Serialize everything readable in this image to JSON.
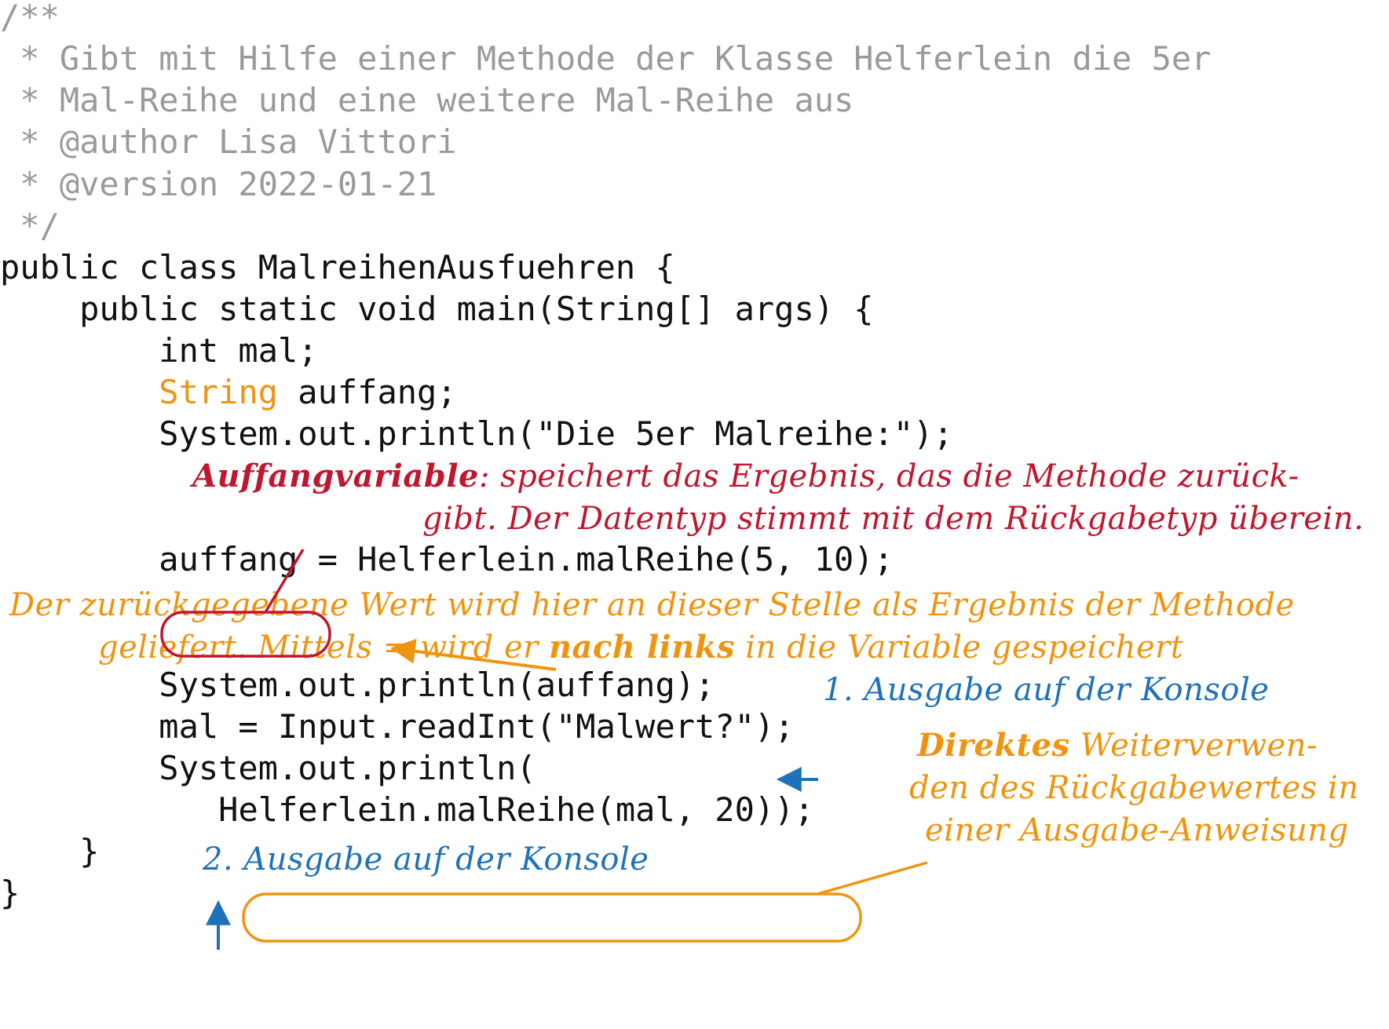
{
  "code": {
    "comment_lines": [
      "/**",
      " * Gibt mit Hilfe einer Methode der Klasse Helferlein die 5er",
      " * Mal-Reihe und eine weitere Mal-Reihe aus",
      " * @author Lisa Vittori",
      " * @version 2022-01-21",
      " */"
    ],
    "class_decl": "public class MalreihenAusfuehren {",
    "main_decl": "    public static void main(String[] args) {",
    "decl_int": "        int mal;",
    "decl_string_indent": "        ",
    "decl_string_type": "String",
    "decl_string_rest": " auffang;",
    "println_title": "        System.out.println(\"Die 5er Malreihe:\");",
    "assign_indent": "        ",
    "assign_var": "auffang",
    "assign_rest": " = Helferlein.malReihe(5, 10);",
    "println_auffang": "        System.out.println(auffang);",
    "read_int": "        mal = Input.readInt(\"Malwert?\");",
    "println_open": "        System.out.println(",
    "nested_indent": "           ",
    "nested_call": "Helferlein.malReihe(mal, 20)",
    "nested_close": ");",
    "close_main": "    }",
    "close_class": "}"
  },
  "annotations": {
    "auffangvariable": {
      "term": "Auffangvariable",
      "line1_rest": ": speichert das Ergebnis, das die Methode zurück-",
      "line2": "gibt. Der Datentyp stimmt mit dem Rückgabetyp überein."
    },
    "rueckgabe": {
      "line1": "Der zurückgegebene Wert wird hier an dieser Stelle als Ergebnis der Methode",
      "line2_pre": "geliefert. Mittels = wird er ",
      "line2_bold": "nach links",
      "line2_post": " in die Variable gespeichert"
    },
    "ausgabe1": "1. Ausgabe auf der Konsole",
    "direktes": {
      "term": "Direktes",
      "line1_rest": " Weiterverwen-",
      "line2": "den des Rückgabewertes in",
      "line3": "einer Ausgabe-Anweisung"
    },
    "ausgabe2": "2. Ausgabe auf der Konsole"
  },
  "colors": {
    "code_text": "#111111",
    "comment": "#9a9a9a",
    "red": "#c0162f",
    "orange": "#f0940f",
    "blue": "#1f72b9"
  }
}
